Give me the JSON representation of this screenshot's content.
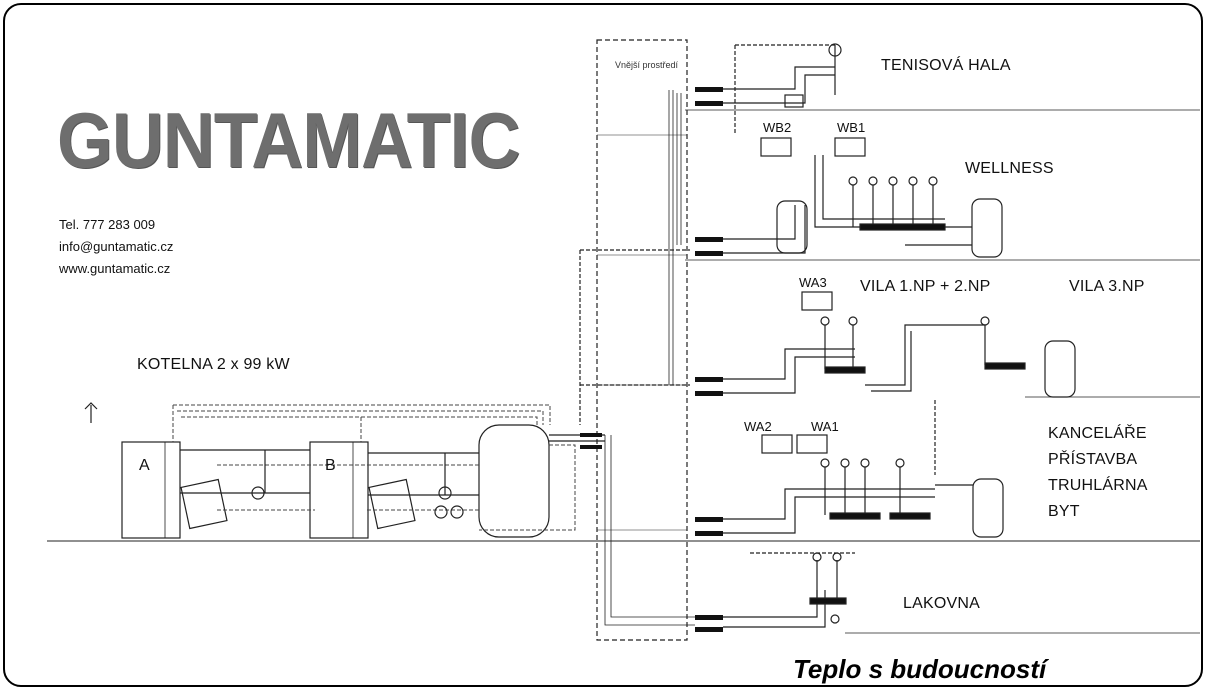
{
  "brand": {
    "logo_text": "GUNTAMATIC",
    "phone": "Tel. 777 283 009",
    "email": "info@guntamatic.cz",
    "web": "www.guntamatic.cz",
    "slogan": "Teplo s budoucností"
  },
  "boiler_room": {
    "title": "KOTELNA   2 x 99 kW",
    "boiler_a": "A",
    "boiler_b": "B"
  },
  "outdoor_label": "Vnější prostředí",
  "zones": {
    "tennis": "TENISOVÁ HALA",
    "wellness": "WELLNESS",
    "villa_12": "VILA 1.NP + 2.NP",
    "villa_3": "VILA 3.NP",
    "offices": [
      "KANCELÁŘE",
      "PŘÍSTAVBA",
      "TRUHLÁRNA",
      "BYT"
    ],
    "paint_shop": "LAKOVNA"
  },
  "controllers": {
    "wb1": "WB1",
    "wb2": "WB2",
    "wa1": "WA1",
    "wa2": "WA2",
    "wa3": "WA3"
  },
  "colors": {
    "line": "#222222",
    "dashed": "#555555",
    "logo": "#6e6e6e"
  }
}
